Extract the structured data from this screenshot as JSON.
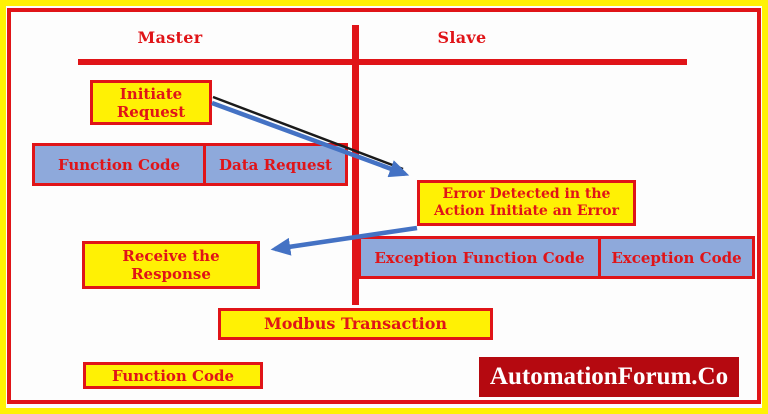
{
  "colors": {
    "background": "#FDFDFD",
    "outer_border_yellow": "#FFF104",
    "inner_border_red": "#E01418",
    "box_yellow_fill": "#FFF104",
    "frame_blue_fill": "#8EA9DB",
    "text_red": "#E01418",
    "arrow_blue": "#4472C4",
    "connector_black": "#1A1A1A",
    "logo_background": "#B50910",
    "logo_text_color": "#FFFFFF"
  },
  "headers": {
    "master": "Master",
    "slave": "Slave"
  },
  "master_flow": {
    "initiate_request": "Initiate\nRequest",
    "request_frame": {
      "function_code": "Function Code",
      "data_request": "Data Request"
    },
    "receive_response": "Receive the\nResponse",
    "response_frame": {
      "function_code": "Function Code"
    }
  },
  "slave_flow": {
    "error_detected": "Error Detected in the\nAction Initiate an Error",
    "exception_frame": {
      "exception_function_code": "Exception Function Code",
      "exception_code": "Exception Code"
    }
  },
  "footer": {
    "transaction_label": "Modbus Transaction",
    "brand": "AutomationForum.Co"
  }
}
